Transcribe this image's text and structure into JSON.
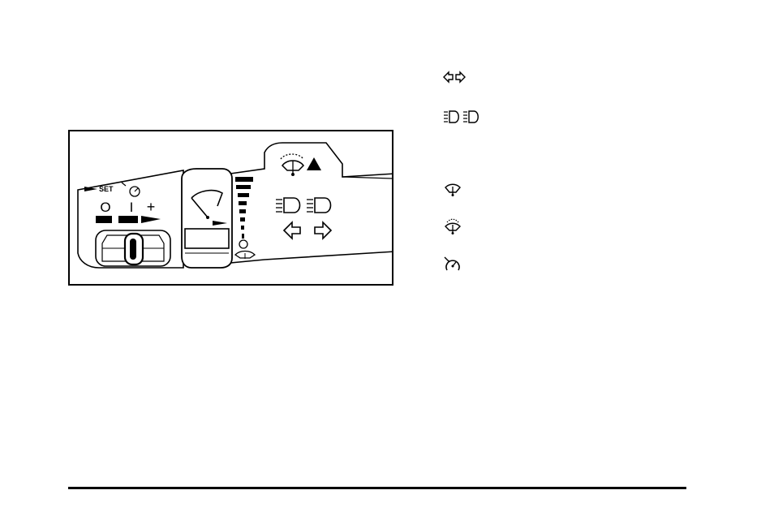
{
  "figure": {
    "set_label": "SET",
    "cruise_off": "O",
    "cruise_on": "I",
    "cruise_plus": "+"
  },
  "legend_icons": [
    "turn-signal-arrows-icon",
    "headlamp-high-beam-icon",
    "windshield-wiper-icon",
    "windshield-washer-icon",
    "cruise-control-icon"
  ],
  "colors": {
    "ink": "#000000",
    "paper": "#ffffff"
  }
}
